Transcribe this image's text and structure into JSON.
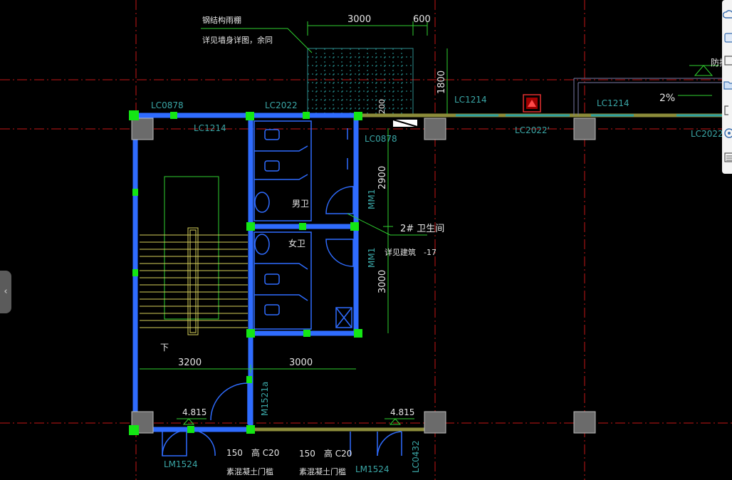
{
  "drawing": {
    "annotations": {
      "canopy_title": "钢结构雨棚",
      "canopy_note": "详见墙身详图，余同",
      "room_label": "2#  卫生间",
      "room_note": "详见建筑　-17",
      "men_wc": "男卫",
      "women_wc": "女卫",
      "stair_down": "下",
      "slope": "2%",
      "fire_label": "防护"
    },
    "dimensions": [
      "3000",
      "600",
      "1800",
      "200",
      "2900",
      "3000",
      "3200",
      "3000"
    ],
    "door_window_tags": [
      "LC0878",
      "LC2022",
      "LC1214",
      "LC0878",
      "LC1214",
      "LC2022'",
      "LC1214",
      "LC2022",
      "MM1",
      "MM1",
      "M1521a",
      "LM1524",
      "LM1524",
      "LC0432"
    ],
    "levels": [
      "4.815",
      "4.815"
    ],
    "sill_notes": {
      "height_1": "150　高 C20",
      "height_2": "150　高 C20",
      "concrete_1": "素混凝土门槛",
      "concrete_2": "素混凝土门槛"
    }
  },
  "ui": {
    "side_handle_glyph": "‹",
    "tool_icons": [
      "cloud-icon",
      "layer-icon",
      "rectangle-icon",
      "folder-icon",
      "bracket-icon",
      "refresh-icon",
      "list-icon"
    ]
  },
  "colors": {
    "background": "#000000",
    "wall_blue": "#2f6cff",
    "node_green": "#14e614",
    "dimension_green": "#2fd12f",
    "axis_red": "#c41616",
    "column_gray": "#6b6b6b",
    "text_white": "#e6e6e6",
    "tag_teal": "#3aa6a6",
    "stair_yellow": "#d6cf5a"
  }
}
